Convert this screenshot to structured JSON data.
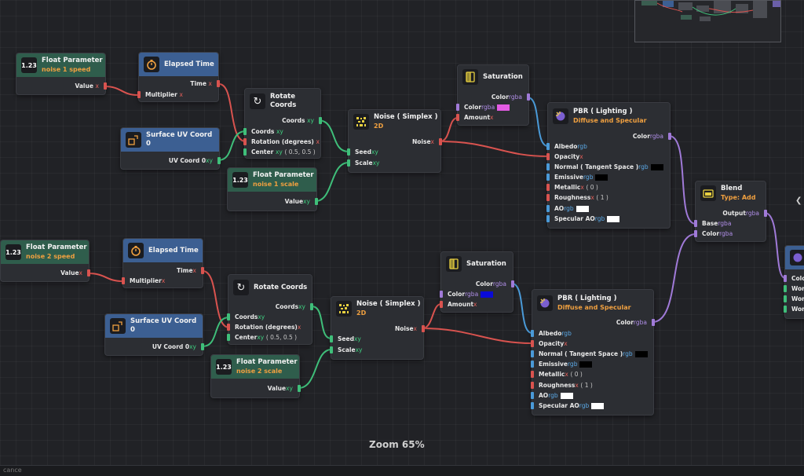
{
  "nodes": {
    "fp1": {
      "title": "Float Parameter",
      "subtitle": "noise 1 speed",
      "out": "Value",
      "out_sw": "x"
    },
    "el1": {
      "title": "Elapsed Time",
      "out": "Time",
      "out_sw": "x",
      "in": "Multiplier",
      "in_sw": "x"
    },
    "rc1": {
      "title": "Rotate Coords",
      "out": "Coords",
      "out_sw": "xy",
      "in1": "Coords",
      "in1_sw": "xy",
      "in2": "Rotation (degrees)",
      "in2_sw": "x",
      "in3": "Center",
      "in3_sw": "xy",
      "in3_val": "( 0.5, 0.5 )"
    },
    "uv1": {
      "title": "Surface UV Coord 0",
      "out": "UV Coord 0",
      "out_sw": "xy"
    },
    "fs1": {
      "title": "Float Parameter",
      "subtitle": "noise 1 scale",
      "out": "Value",
      "out_sw": "xy"
    },
    "nz1": {
      "title": "Noise ( Simplex )",
      "subtitle": "2D",
      "out": "Noise",
      "out_sw": "x",
      "in1": "Seed",
      "in1_sw": "xy",
      "in2": "Scale",
      "in2_sw": "xy"
    },
    "sa1": {
      "title": "Saturation",
      "out": "Color",
      "out_sw": "rgba",
      "in1": "Color",
      "in1_sw": "rgba",
      "in2": "Amount",
      "in2_sw": "x"
    },
    "pbr1": {
      "title": "PBR ( Lighting )",
      "subtitle": "Diffuse and Specular",
      "out": "Color",
      "out_sw": "rgba",
      "albedo": "Albedo",
      "albedo_sw": "rgb",
      "opacity": "Opacity",
      "opacity_sw": "x",
      "normal": "Normal ( Tangent Space )",
      "normal_sw": "rgb",
      "emissive": "Emissive",
      "emissive_sw": "rgb",
      "metallic": "Metallic",
      "metallic_sw": "x",
      "metallic_val": "( 0 )",
      "roughness": "Roughness",
      "roughness_sw": "x",
      "roughness_val": "( 1 )",
      "ao": "AO",
      "ao_sw": "rgb",
      "specao": "Specular AO",
      "specao_sw": "rgb"
    },
    "bl": {
      "title": "Blend",
      "subtitle": "Type: Add",
      "out": "Output",
      "out_sw": "rgba",
      "in1": "Base",
      "in1_sw": "rgba",
      "in2": "Color",
      "in2_sw": "rgba"
    },
    "fp2": {
      "title": "Float Parameter",
      "subtitle": "noise 2 speed",
      "out": "Value",
      "out_sw": "x"
    },
    "el2": {
      "title": "Elapsed Time",
      "out": "Time",
      "out_sw": "x",
      "in": "Multiplier",
      "in_sw": "x"
    },
    "rc2": {
      "title": "Rotate Coords",
      "out": "Coords",
      "out_sw": "xy",
      "in1": "Coords",
      "in1_sw": "xy",
      "in2": "Rotation (degrees)",
      "in2_sw": "x",
      "in3": "Center",
      "in3_sw": "xy",
      "in3_val": "( 0.5, 0.5 )"
    },
    "uv2": {
      "title": "Surface UV Coord 0",
      "out": "UV Coord 0",
      "out_sw": "xy"
    },
    "fs2": {
      "title": "Float Parameter",
      "subtitle": "noise 2 scale",
      "out": "Value",
      "out_sw": "xy"
    },
    "nz2": {
      "title": "Noise ( Simplex )",
      "subtitle": "2D",
      "out": "Noise",
      "out_sw": "x",
      "in1": "Seed",
      "in1_sw": "xy",
      "in2": "Scale",
      "in2_sw": "xy"
    },
    "sa2": {
      "title": "Saturation",
      "out": "Color",
      "out_sw": "rgba",
      "in1": "Color",
      "in1_sw": "rgba",
      "in2": "Amount",
      "in2_sw": "x"
    },
    "pbr2": {
      "title": "PBR ( Lighting )",
      "subtitle": "Diffuse and Specular",
      "out": "Color",
      "out_sw": "rgba",
      "albedo": "Albedo",
      "albedo_sw": "rgb",
      "opacity": "Opacity",
      "opacity_sw": "x",
      "normal": "Normal ( Tangent Space )",
      "normal_sw": "rgb",
      "emissive": "Emissive",
      "emissive_sw": "rgb",
      "metallic": "Metallic",
      "metallic_sw": "x",
      "metallic_val": "( 0 )",
      "roughness": "Roughness",
      "roughness_sw": "x",
      "roughness_val": "( 1 )",
      "ao": "AO",
      "ao_sw": "rgb",
      "specao": "Specular AO",
      "specao_sw": "rgb"
    },
    "out": {
      "p1": "Colo",
      "p2": "Worl",
      "p3": "Worl",
      "p4": "Worl"
    }
  },
  "icons": {
    "float": "1.23",
    "elapsed": "stopwatch-icon",
    "rotate": "rotate-icon",
    "uv": "uv-coord-icon",
    "noise": "noise-icon",
    "saturation": "saturation-icon",
    "pbr": "pbr-icon",
    "blend": "blend-icon"
  },
  "swatches": {
    "sat1_color": "#e35be3",
    "sat2_color": "#0a0ad8",
    "black": "#000000",
    "white": "#ffffff"
  },
  "colors": {
    "wire_x": "#d9534f",
    "wire_xy": "#3fbf7a",
    "wire_rgb": "#4a9ad8",
    "wire_rgba": "#a07ad8"
  },
  "zoom_label": "Zoom 65%",
  "statusbar_text": "cance"
}
